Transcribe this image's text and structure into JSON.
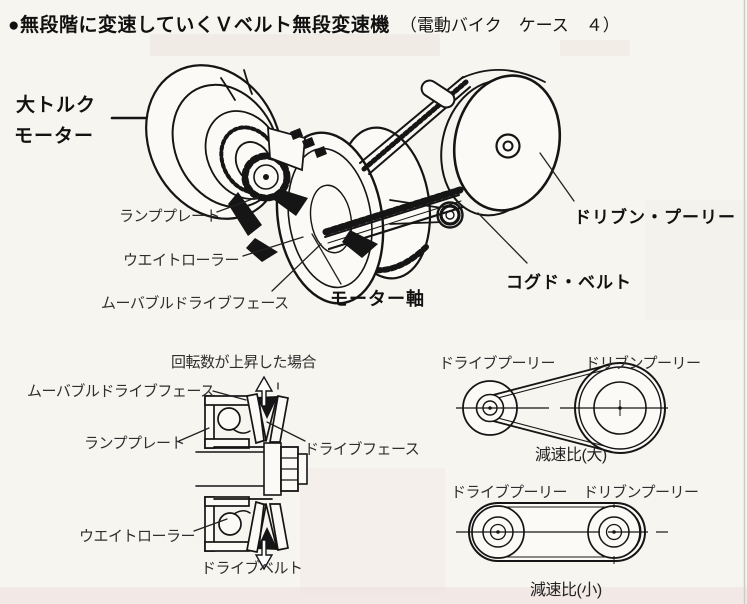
{
  "page": {
    "title_main": "●無段階に変速していくＶベルト無段変速機",
    "title_sub": "（電動バイク　ケース　４）"
  },
  "main_diagram": {
    "motor_label_line1": "大トルク",
    "motor_label_line2": "モーター",
    "ramp_plate": "ランププレート",
    "weight_roller": "ウエイトローラー",
    "movable_drive_face": "ムーバブルドライブフェース",
    "motor_shaft": "モーター軸",
    "driven_pulley": "ドリブン・プーリー",
    "cogged_belt": "コグド・ベルト"
  },
  "cross_section": {
    "caption": "回転数が上昇した場合",
    "movable_drive_face": "ムーバブルドライブフェース",
    "ramp_plate": "ランププレート",
    "drive_face": "ドライブフェース",
    "weight_roller": "ウエイトローラー",
    "drive_belt": "ドライブベルト"
  },
  "ratio_large": {
    "drive_pulley": "ドライブプーリー",
    "driven_pulley": "ドリブンプーリー",
    "caption": "減速比(大)"
  },
  "ratio_small": {
    "drive_pulley": "ドライブプーリー",
    "driven_pulley": "ドリブンプーリー",
    "caption": "減速比(小)"
  },
  "colors": {
    "ink": "#151515",
    "label": "#2e2e2e",
    "paper": "#f7f5f0"
  }
}
